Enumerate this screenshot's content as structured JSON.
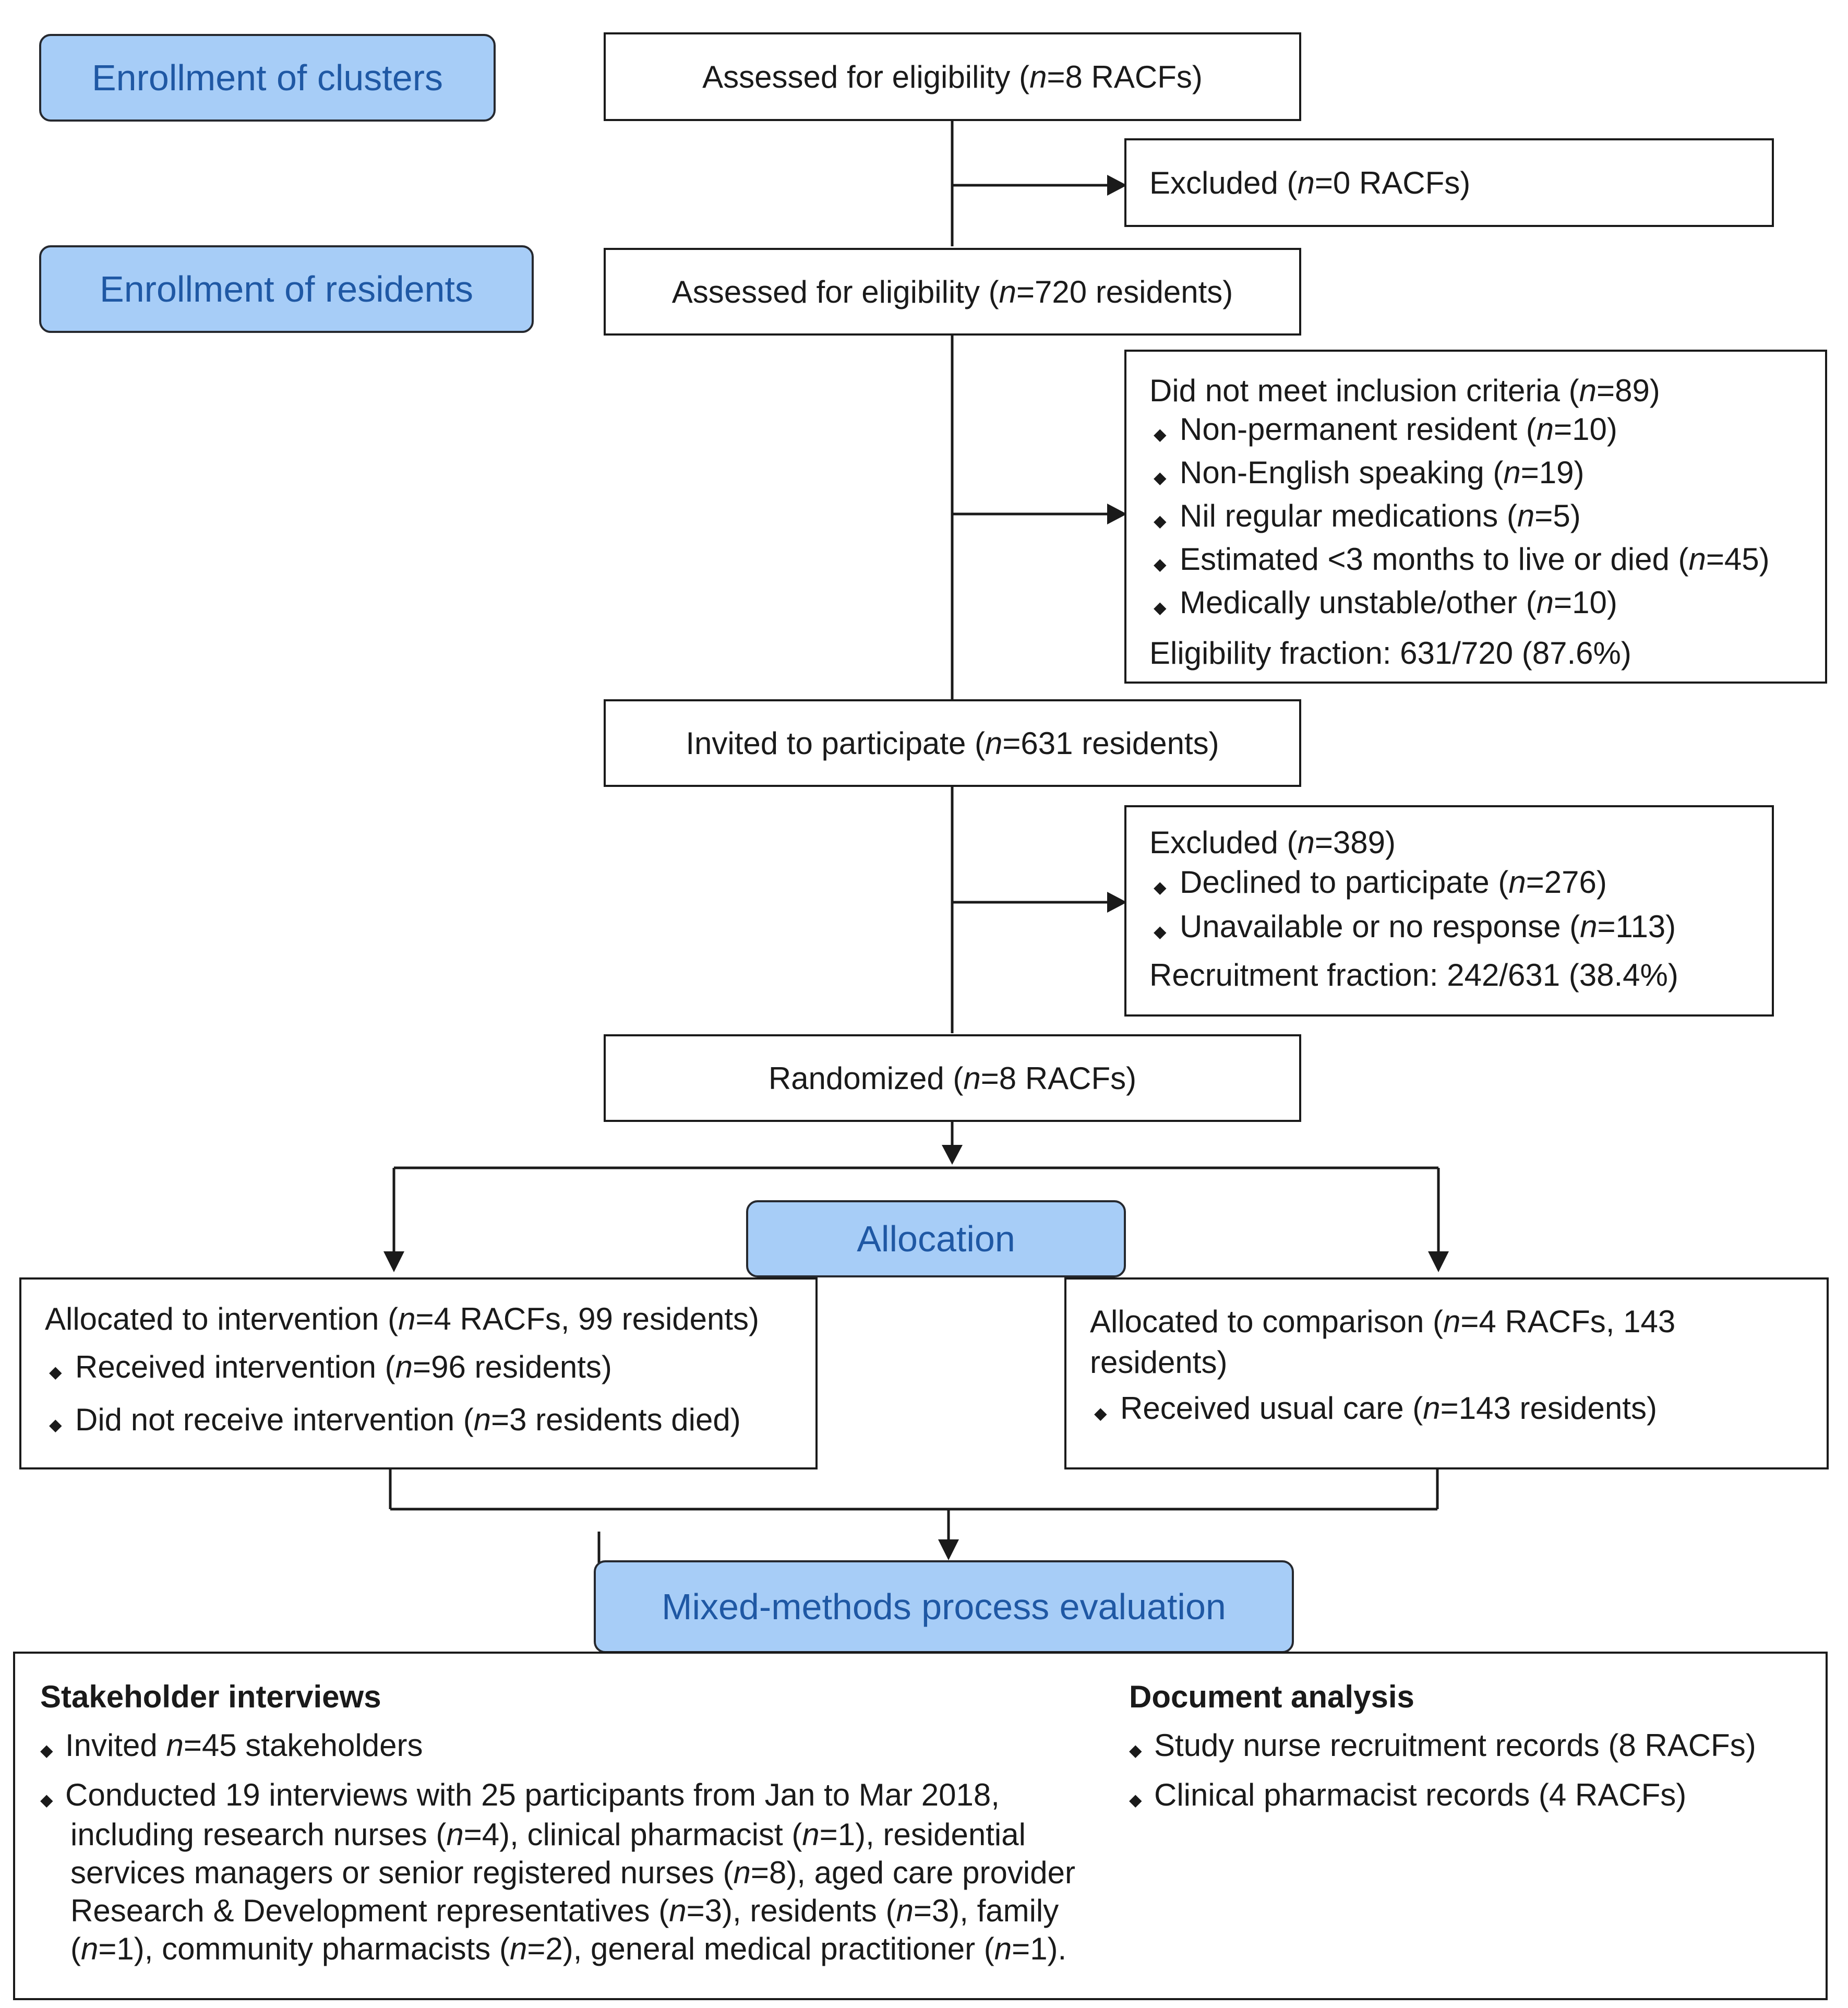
{
  "labels": {
    "clusters": "Enrollment of clusters",
    "residents": "Enrollment of residents",
    "allocation": "Allocation",
    "evaluation": "Mixed-methods process evaluation"
  },
  "boxes": {
    "eligibility_clusters": {
      "pre": "Assessed for eligibility (",
      "n": "n",
      "post": "=8 RACFs)"
    },
    "excluded_clusters": {
      "pre": "Excluded (",
      "n": "n",
      "post": "=0 RACFs)"
    },
    "eligibility_residents": {
      "pre": "Assessed for eligibility (",
      "n": "n",
      "post": "=720 residents)"
    },
    "inclusion": {
      "heading": {
        "pre": "Did not meet inclusion criteria (",
        "n": "n",
        "post": "=89)"
      },
      "items": [
        {
          "pre": "Non-permanent resident (",
          "n": "n",
          "post": "=10)"
        },
        {
          "pre": "Non-English speaking (",
          "n": "n",
          "post": "=19)"
        },
        {
          "pre": "Nil regular medications (",
          "n": "n",
          "post": "=5)"
        },
        {
          "pre": "Estimated <3 months to live or died (",
          "n": "n",
          "post": "=45)"
        },
        {
          "pre": "Medically unstable/other (",
          "n": "n",
          "post": "=10)"
        }
      ],
      "footer": "Eligibility fraction: 631/720 (87.6%)"
    },
    "invited": {
      "pre": "Invited to participate (",
      "n": "n",
      "post": "=631 residents)"
    },
    "excluded_residents": {
      "heading": {
        "pre": "Excluded (",
        "n": "n",
        "post": "=389)"
      },
      "items": [
        {
          "pre": "Declined to participate (",
          "n": "n",
          "post": "=276)"
        },
        {
          "pre": "Unavailable or no response (",
          "n": "n",
          "post": "=113)"
        }
      ],
      "footer": "Recruitment fraction: 242/631 (38.4%)"
    },
    "randomized": {
      "pre": "Randomized (",
      "n": "n",
      "post": "=8 RACFs)"
    },
    "intervention": {
      "heading": {
        "pre": "Allocated to intervention (",
        "n": "n",
        "post": "=4 RACFs, 99 residents)"
      },
      "items": [
        {
          "pre": "Received intervention (",
          "n": "n",
          "post": "=96 residents)"
        },
        {
          "pre": "Did not receive intervention (",
          "n": "n",
          "post": "=3 residents died)"
        }
      ]
    },
    "comparison": {
      "heading_line1": {
        "pre": "Allocated to comparison (",
        "n": "n",
        "post": "=4 RACFs, 143"
      },
      "heading_line2": "residents)",
      "items": [
        {
          "pre": "Received usual care (",
          "n": "n",
          "post": "=143 residents)"
        }
      ]
    }
  },
  "evaluation": {
    "interviews": {
      "title": "Stakeholder interviews",
      "invited": {
        "pre": "Invited ",
        "n": "n",
        "post": "=45 stakeholders"
      },
      "conducted_lines": [
        "Conducted 19 interviews with 25 participants from Jan to Mar 2018,",
        "including research nurses (n=4), clinical pharmacist (n=1), residential",
        "services managers or senior registered nurses (n=8), aged care provider",
        "Research & Development representatives (n=3), residents (n=3), family",
        "(n=1), community pharmacists (n=2), general medical practitioner (n=1)."
      ]
    },
    "documents": {
      "title": "Document analysis",
      "items": [
        "Study nurse recruitment records (8 RACFs)",
        "Clinical pharmacist records (4 RACFs)"
      ]
    }
  }
}
